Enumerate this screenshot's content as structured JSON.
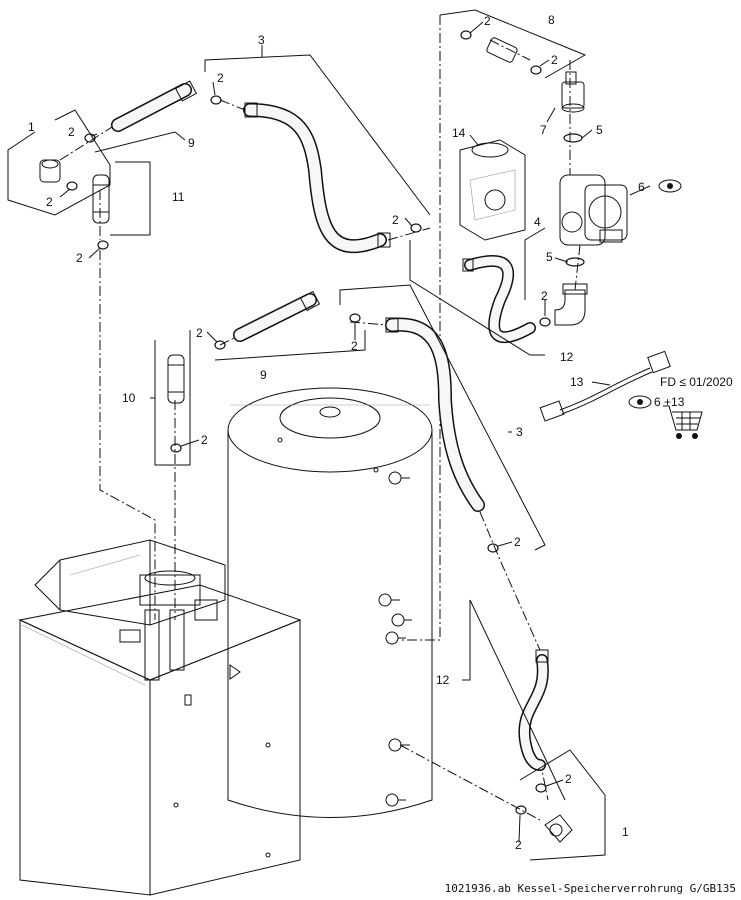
{
  "callouts": {
    "c1a": "1",
    "c1b": "1",
    "c2": "2",
    "c3a": "3",
    "c3b": "3",
    "c4": "4",
    "c5": "5",
    "c6": "6",
    "c7": "7",
    "c8": "8",
    "c9a": "9",
    "c9b": "9",
    "c10": "10",
    "c11": "11",
    "c12a": "12",
    "c12b": "12",
    "c13": "13",
    "c14": "14"
  },
  "notes": {
    "fd": "FD ≤ 01/2020",
    "ref": "6 +13"
  },
  "icons": {
    "eye": "eye-icon",
    "cart": "cart-icon"
  },
  "footer": {
    "text": "1021936.ab Kessel-Speicherverrohrung G/GB135"
  }
}
